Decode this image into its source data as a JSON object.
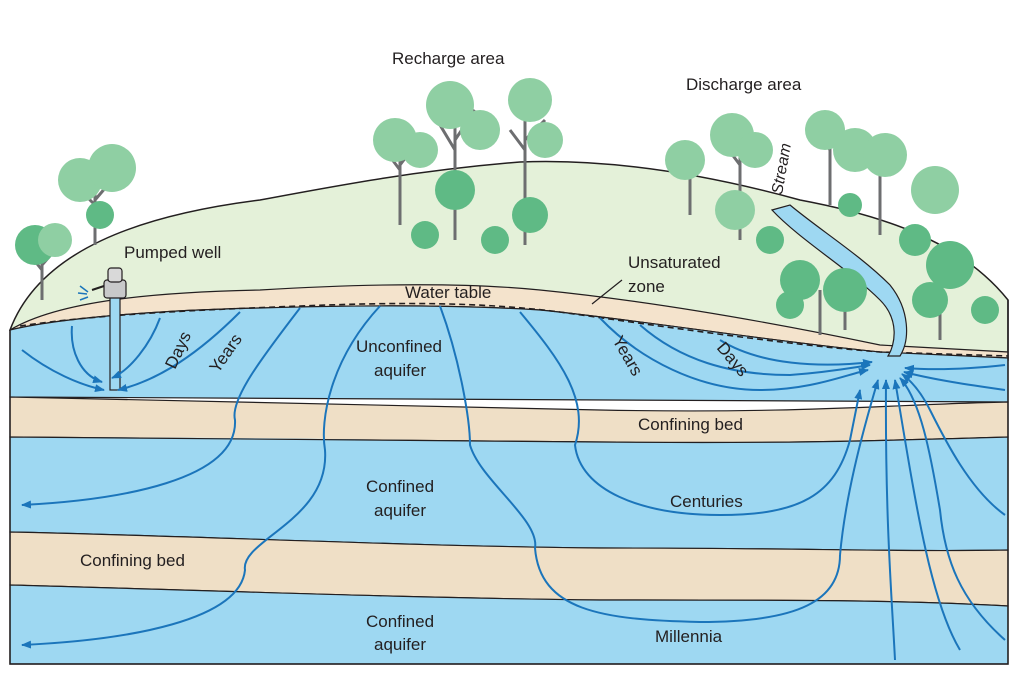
{
  "labels": {
    "recharge_area": "Recharge area",
    "discharge_area": "Discharge area",
    "stream": "Stream",
    "pumped_well": "Pumped well",
    "unsaturated_zone_line1": "Unsaturated",
    "unsaturated_zone_line2": "zone",
    "water_table": "Water table",
    "days_left": "Days",
    "years_left": "Years",
    "unconfined_aquifer_line1": "Unconfined",
    "unconfined_aquifer_line2": "aquifer",
    "years_right": "Years",
    "days_right": "Days",
    "confining_bed_upper": "Confining bed",
    "confined_aquifer_upper_line1": "Confined",
    "confined_aquifer_upper_line2": "aquifer",
    "centuries": "Centuries",
    "confining_bed_lower": "Confining bed",
    "confined_aquifer_lower_line1": "Confined",
    "confined_aquifer_lower_line2": "aquifer",
    "millennia": "Millennia"
  },
  "colors": {
    "land": "#e4f1d9",
    "unsaturated": "#f4e3cc",
    "aquifer": "#9ed8f2",
    "confining_bed": "#efdfc6",
    "flow_arrow": "#1b75bb",
    "outline": "#231f20"
  }
}
